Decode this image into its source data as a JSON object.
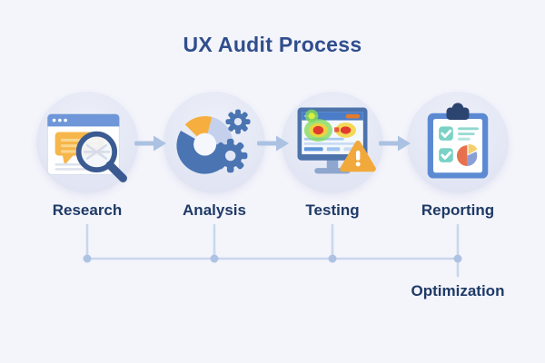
{
  "title": "UX Audit Process",
  "steps": [
    {
      "label": "Research",
      "icon": "browser-magnifier-icon"
    },
    {
      "label": "Analysis",
      "icon": "donut-chart-gears-icon"
    },
    {
      "label": "Testing",
      "icon": "heatmap-monitor-warning-icon"
    },
    {
      "label": "Reporting",
      "icon": "clipboard-report-icon"
    }
  ],
  "followup": {
    "label": "Optimization"
  },
  "connections": [
    {
      "from": "Research",
      "to": "Analysis",
      "style": "arrow"
    },
    {
      "from": "Analysis",
      "to": "Testing",
      "style": "arrow"
    },
    {
      "from": "Testing",
      "to": "Reporting",
      "style": "arrow"
    },
    {
      "from": "Research",
      "to": "Optimization",
      "style": "line"
    },
    {
      "from": "Analysis",
      "to": "Optimization",
      "style": "line"
    },
    {
      "from": "Testing",
      "to": "Optimization",
      "style": "line"
    },
    {
      "from": "Reporting",
      "to": "Optimization",
      "style": "line"
    }
  ],
  "colors": {
    "background": "#F4F4FB",
    "title_text": "#2F4E8C",
    "label_text": "#1E3A66",
    "node_circle": "#E3E7F5",
    "arrow": "#ABC2E2",
    "connector_line": "#C9D7ED",
    "connector_dot": "#AEC3E3",
    "icon_blue": "#4A74B2",
    "icon_header_blue": "#6E96D8",
    "icon_orange": "#F6B64B",
    "heat_green": "#7ED957",
    "heat_yellow": "#F2D338",
    "heat_red": "#E23B2E",
    "warning_orange": "#F2A93B",
    "check_teal": "#7AD2C5",
    "pie_red": "#E8714D",
    "pie_yellow": "#F6CF6B",
    "pie_periwinkle": "#8C9ED8"
  }
}
